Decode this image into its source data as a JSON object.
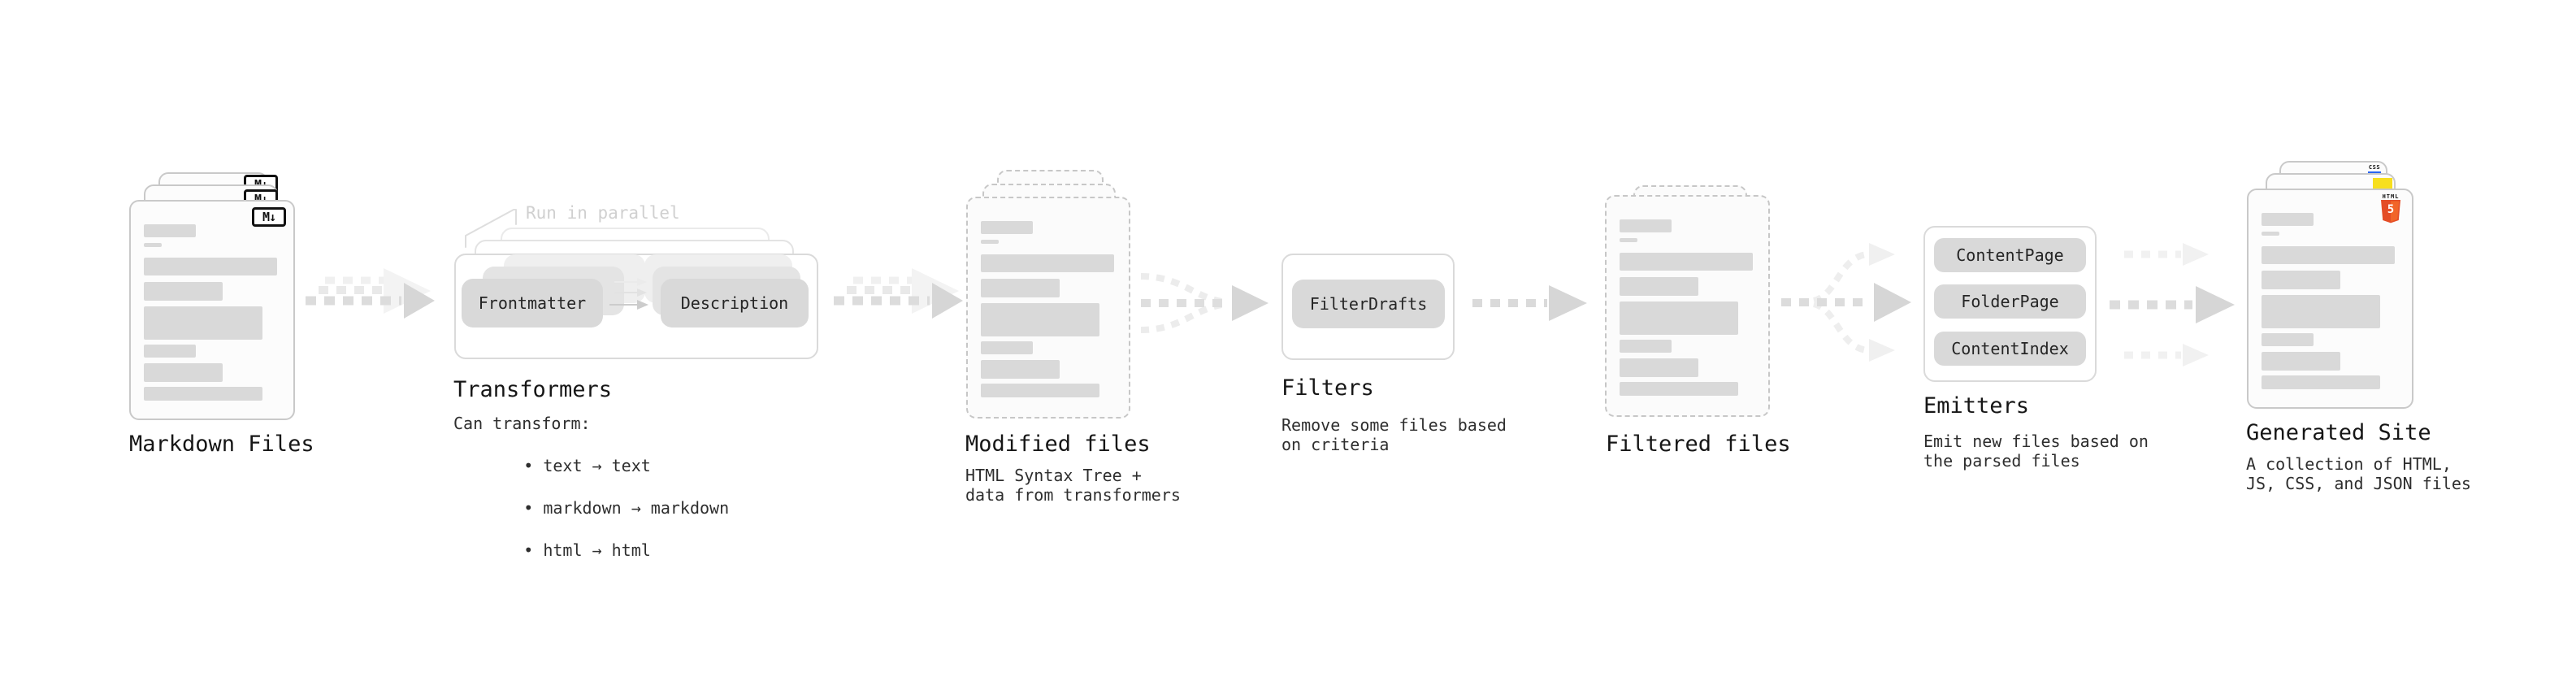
{
  "diagram": {
    "markdown": {
      "label": "Markdown Files",
      "badge": "M↓"
    },
    "transformers": {
      "heading": "Transformers",
      "note": "Run in parallel",
      "pill_left": "Frontmatter",
      "pill_right": "Description",
      "desc_title": "Can transform:",
      "bullet_1": "• text → text",
      "bullet_2": "• markdown → markdown",
      "bullet_3": "• html → html"
    },
    "modified": {
      "label": "Modified files",
      "desc_1": "HTML Syntax Tree +",
      "desc_2": "data from transformers"
    },
    "filters": {
      "heading": "Filters",
      "pill": "FilterDrafts",
      "desc_1": "Remove some files based",
      "desc_2": "on criteria"
    },
    "filtered": {
      "label": "Filtered files"
    },
    "emitters": {
      "heading": "Emitters",
      "pill_1": "ContentPage",
      "pill_2": "FolderPage",
      "pill_3": "ContentIndex",
      "desc_1": "Emit new files based on",
      "desc_2": "the parsed files"
    },
    "site": {
      "label": "Generated Site",
      "desc_1": "A collection of HTML,",
      "desc_2": "JS, CSS, and JSON files",
      "badge_html_word": "HTML",
      "badge_html_number": "5",
      "badge_css_word": "CSS"
    }
  },
  "colors": {
    "html5_orange_dark": "#e44d26",
    "html5_orange_light": "#f16529",
    "js_yellow": "#f7df1e",
    "css_blue": "#2965f1",
    "pill_gray": "#d9d9d9",
    "bar_gray": "#d9d9d9",
    "page_border": "#c9c9c9",
    "arrow_gray": "#dcdcdc",
    "arrow_head_gray": "#d6d6d6",
    "note_gray": "#d0d0d0",
    "text_dark": "#1c1c1c"
  }
}
